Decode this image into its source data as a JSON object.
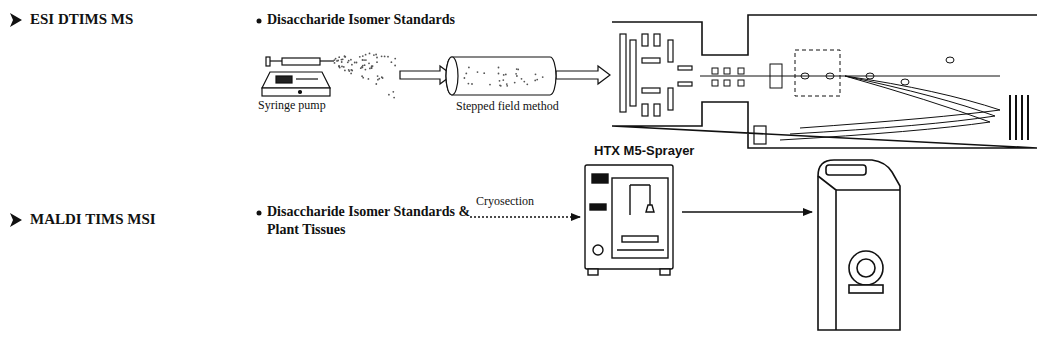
{
  "diagram": {
    "labels": [
      "ESI DTIMS MS",
      "Disaccharide Isomer Standards",
      "Syringe pump",
      "Stepped field method",
      "MALDI TIMS MSI",
      "Disaccharide Isomer Standards & Plant Tissues",
      "Cryosection",
      "HTX M5-Sprayer"
    ]
  }
}
